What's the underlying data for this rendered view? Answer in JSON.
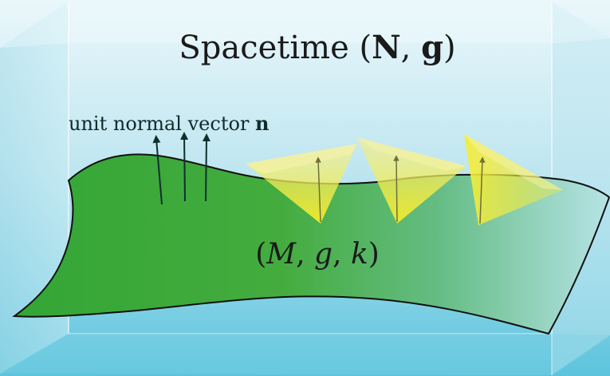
{
  "title": {
    "prefix": "Spacetime",
    "open": "(",
    "N": "N",
    "comma": ", ",
    "g": "g",
    "close": ")"
  },
  "normal_label": {
    "text": "unit normal vector",
    "symbol": "n"
  },
  "manifold_label": {
    "open": "(",
    "M": "M",
    "c1": ", ",
    "g": "g",
    "c2": ", ",
    "k": "k",
    "close": ")"
  },
  "colors": {
    "box_top": "#e6f6fa",
    "box_bottom": "#62c6de",
    "surface_green": "#3fae3a",
    "surface_teal": "#8fd0d6",
    "cone_yellow": "#f2ec3c",
    "arrow": "#0f2f2f"
  }
}
